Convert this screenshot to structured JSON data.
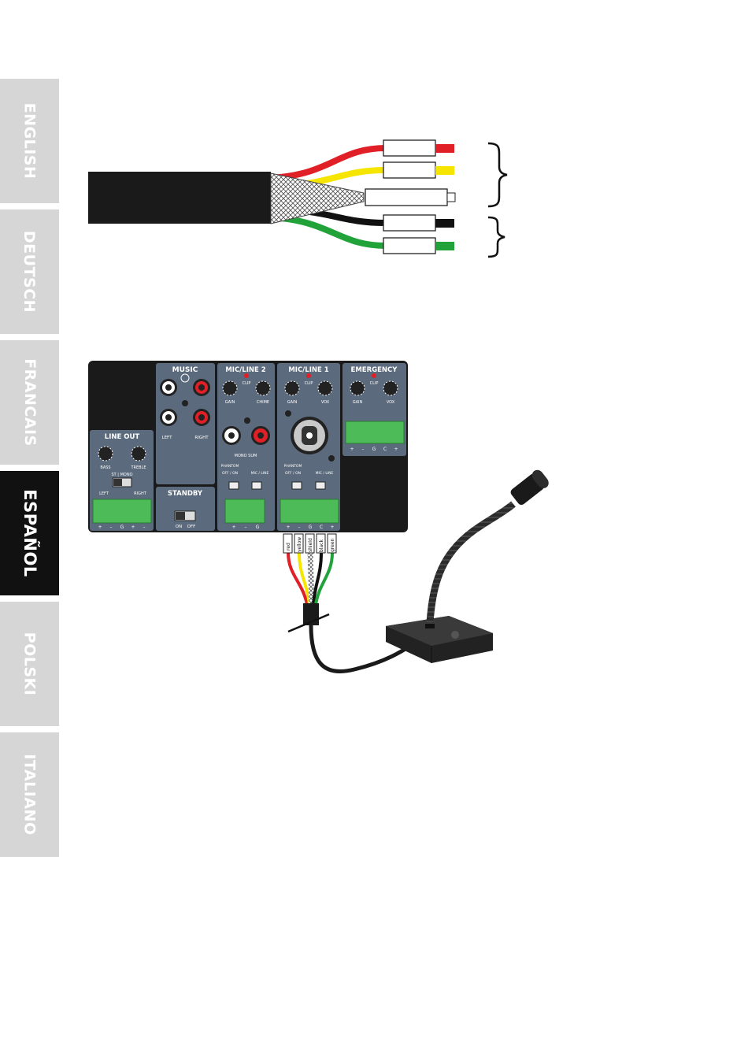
{
  "language_tabs": [
    {
      "label": "ENGLISH",
      "active": false
    },
    {
      "label": "DEUTSCH",
      "active": false
    },
    {
      "label": "FRANCAIS",
      "active": false
    },
    {
      "label": "ESPAÑOL",
      "active": true
    },
    {
      "label": "POLSKI",
      "active": false
    },
    {
      "label": "ITALIANO",
      "active": false
    }
  ],
  "colors": {
    "red": "#e01f26",
    "yellow": "#f6e500",
    "black": "#111111",
    "green": "#22a33a",
    "panel": "#5b6a7d",
    "panel_dark": "#1a1a1a",
    "terminal": "#4dbb58",
    "tab_inactive": "#d6d6d6"
  },
  "panel": {
    "music": {
      "title": "MUSIC",
      "left": "LEFT",
      "right": "RIGHT"
    },
    "standby": {
      "title": "STANDBY",
      "on": "ON",
      "off": "OFF"
    },
    "line_out": {
      "title": "LINE OUT",
      "bass": "BASS",
      "treble": "TREBLE",
      "st_mono": "ST | MONO",
      "left": "LEFT",
      "right": "RIGHT",
      "pins": [
        "+",
        "–",
        "G",
        "+",
        "–"
      ]
    },
    "mic_line_2": {
      "title": "MIC/LINE 2",
      "clip": "CLIP",
      "gain": "GAIN",
      "chime": "CHIME",
      "mono_sum": "MONO SUM",
      "phantom": "PHANTOM",
      "off_on": "OFF / ON",
      "mic_line": "MIC / LINE",
      "pins": [
        "+",
        "–",
        "G"
      ]
    },
    "mic_line_1": {
      "title": "MIC/LINE 1",
      "clip": "CLIP",
      "gain": "GAIN",
      "vox": "VOX",
      "phantom": "PHANTOM",
      "off_on": "OFF / ON",
      "mic_line": "MIC / LINE",
      "pins": [
        "+",
        "–",
        "G",
        "C",
        "+"
      ]
    },
    "emergency": {
      "title": "EMERGENCY",
      "clip": "CLIP",
      "gain": "GAIN",
      "vox": "VOX",
      "pins": [
        "+",
        "–",
        "G",
        "C",
        "+"
      ]
    }
  },
  "wire_tags": [
    "red",
    "yellow",
    "shield",
    "black",
    "green"
  ]
}
